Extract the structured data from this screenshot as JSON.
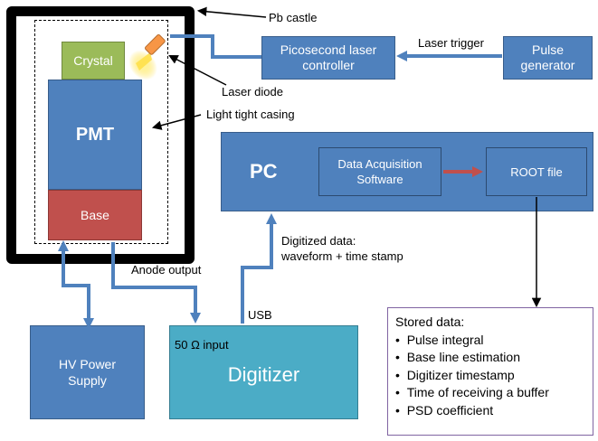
{
  "labels": {
    "pb_castle": "Pb castle",
    "laser_diode": "Laser diode",
    "light_tight_casing": "Light tight casing",
    "laser_trigger": "Laser trigger",
    "anode_output": "Anode output",
    "digitized_line1": "Digitized data:",
    "digitized_line2": "waveform + time stamp",
    "usb": "USB"
  },
  "blocks": {
    "crystal": "Crystal",
    "pmt": "PMT",
    "base": "Base",
    "laser_controller_line1": "Picosecond laser",
    "laser_controller_line2": "controller",
    "pulse_gen_line1": "Pulse",
    "pulse_gen_line2": "generator",
    "pc": "PC",
    "daq_line1": "Data Acquisition",
    "daq_line2": "Software",
    "root_file": "ROOT file",
    "hv_line1": "HV Power",
    "hv_line2": "Supply",
    "digitizer_input": "50 Ω input",
    "digitizer": "Digitizer"
  },
  "stored": {
    "title": "Stored data:",
    "items": [
      "Pulse integral",
      "Base line estimation",
      "Digitizer timestamp",
      "Time of receiving a buffer",
      "PSD coefficient"
    ]
  },
  "colors": {
    "blue_block": "#4f81bd",
    "blue_border": "#385d8a",
    "crystal": "#9bbb59",
    "base": "#c0504d",
    "digitizer": "#4bacc6",
    "stored_border": "#8064a2",
    "pipe": "#4f81bd",
    "red_arrow": "#c0504d"
  }
}
